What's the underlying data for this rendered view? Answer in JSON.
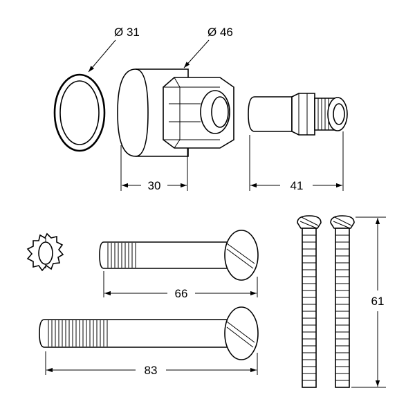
{
  "labels": {
    "o_ring_diameter": "Ø 31",
    "nut_diameter": "Ø 46",
    "nut_length": "30",
    "spindle_length": "41",
    "screw_short_length": "66",
    "screw_long_length": "83",
    "screw_thin_length": "61"
  },
  "colors": {
    "line": "#000000",
    "background": "#ffffff"
  }
}
